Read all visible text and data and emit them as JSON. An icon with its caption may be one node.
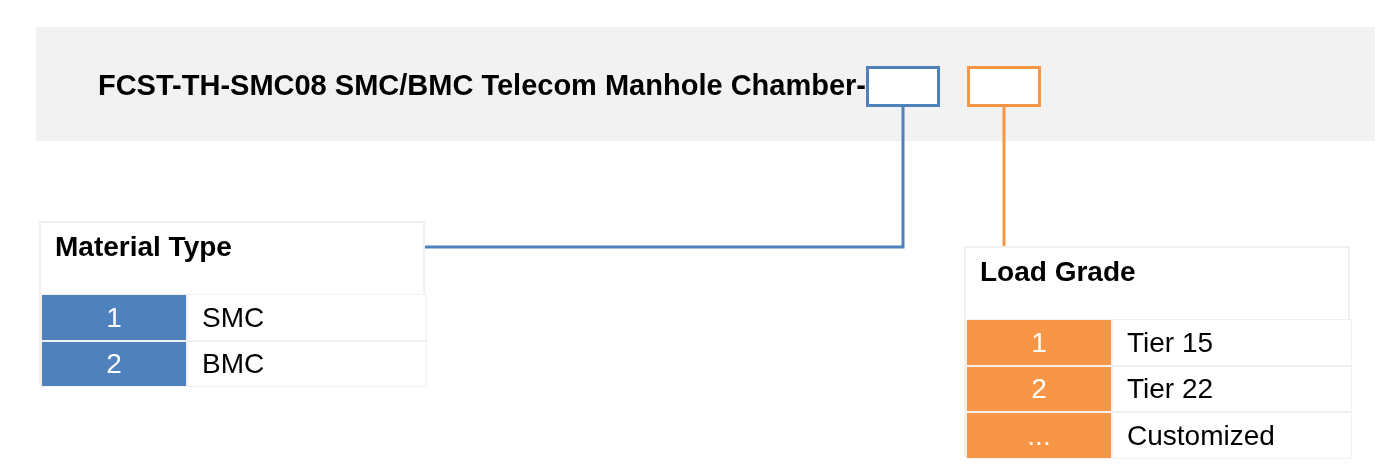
{
  "diagram": {
    "nodes": [
      {
        "text": [
          "FCST-TH-SMC08 SMC/BMC Telecom Manhole Chamber-"
        ]
      },
      {
        "text": [],
        "shape": "box",
        "in": 0
      },
      {
        "text": [],
        "shape": "box",
        "in": 0
      },
      {
        "text": [
          "Material Type"
        ]
      },
      {
        "text": [
          "1"
        ],
        "in": 3
      },
      {
        "text": [
          "SMC"
        ],
        "in": 3
      },
      {
        "text": [
          "2"
        ],
        "in": 3
      },
      {
        "text": [
          "BMC"
        ],
        "in": 3
      },
      {
        "text": [
          "Load Grade"
        ]
      },
      {
        "text": [
          "1"
        ],
        "in": 8
      },
      {
        "text": [
          "Tier 15"
        ],
        "in": 8
      },
      {
        "text": [
          "2"
        ],
        "in": 8
      },
      {
        "text": [
          "Tier 22"
        ],
        "in": 8
      },
      {
        "text": [
          "..."
        ],
        "in": 8
      },
      {
        "text": [
          "Customized"
        ],
        "in": 8
      }
    ],
    "edges": [
      {
        "from": 1,
        "to": 3,
        "arrow": "none",
        "color": "#4f81bd"
      },
      {
        "from": 2,
        "to": 8,
        "arrow": "none",
        "color": "#f79646"
      }
    ]
  }
}
